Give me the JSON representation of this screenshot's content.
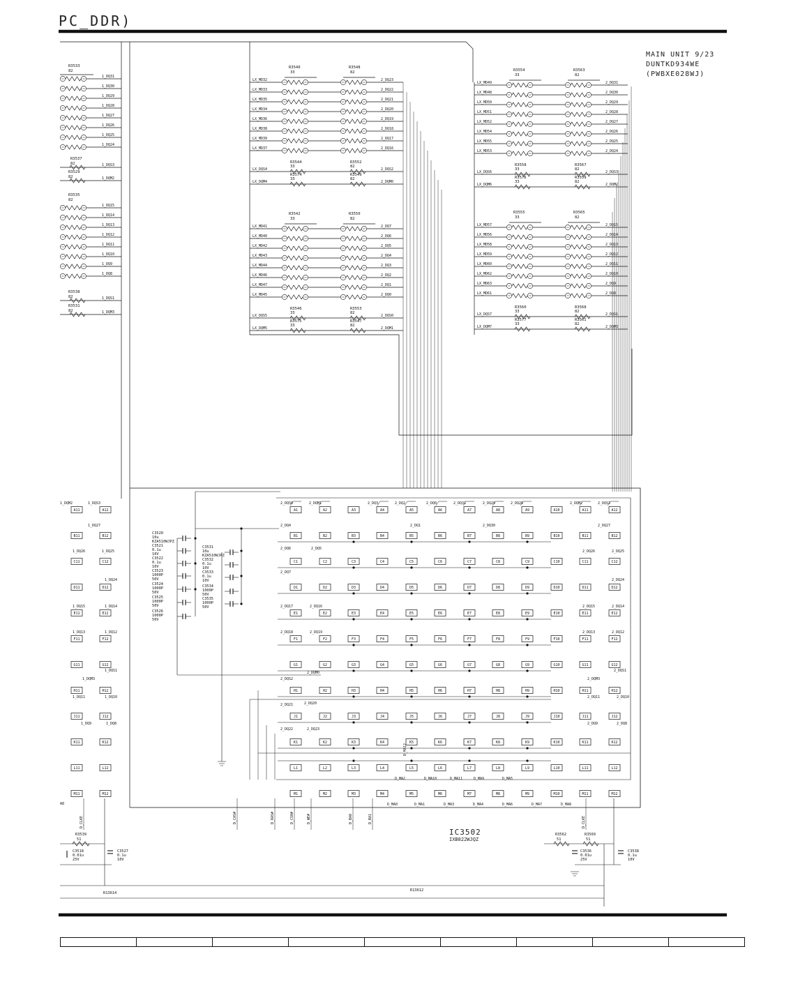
{
  "header": {
    "title": "PC_DDR)"
  },
  "main_unit": {
    "line1": "MAIN UNIT 9/23",
    "line2": "DUNTKD934WE",
    "line3": "(PWBXE028WJ)"
  },
  "ic": {
    "ref": "IC3502",
    "part": "IXB822WJQZ"
  },
  "colors": {
    "ink": "#111111",
    "paper": "#ffffff"
  },
  "left_partial": {
    "top_ref": "R3533",
    "top_val": "82",
    "group1": [
      "1_DQ31",
      "1_DQ30",
      "1_DQ29",
      "1_DQ28",
      "1_DQ27",
      "1_DQ26",
      "1_DQ25",
      "1_DQ24"
    ],
    "r1": "R3537",
    "r1v": "82",
    "s1": "1_DQS3",
    "r2": "R3529",
    "r2v": "82",
    "s2": "1_DQM2",
    "mid_ref": "R3535",
    "mid_val": "82",
    "group2": [
      "1_DQ15",
      "1_DQ14",
      "1_DQ13",
      "1_DQ12",
      "1_DQ11",
      "1_DQ10",
      "1_DQ9",
      "1_DQ8"
    ],
    "r3": "R3538",
    "r3v": "82",
    "s3": "1_DQS1",
    "r4": "R3531",
    "r4v": "82",
    "s4": "1_DQM3"
  },
  "blocks": [
    {
      "inputs": [
        "LX_MD32",
        "LX_MD33",
        "LX_MD35",
        "LX_MD34",
        "LX_MD36",
        "LX_MD38",
        "LX_MD39",
        "LX_MD37"
      ],
      "outputs": [
        "2_DQ23",
        "2_DQ22",
        "2_DQ21",
        "2_DQ20",
        "2_DQ19",
        "2_DQ18",
        "2_DQ17",
        "2_DQ16"
      ],
      "ra": "R3540",
      "rav": "33",
      "rb": "R3548",
      "rbv": "82",
      "s1in": "LX_DQS4",
      "s1a": "R3544",
      "s1av": "33",
      "s1b": "R3552",
      "s1bv": "82",
      "s1out": "2_DQS2",
      "s2in": "LX_DQM4",
      "s2a": "R3574",
      "s2av": "33",
      "s2b": "R3549",
      "s2bv": "82",
      "s2out": "2_DQM0"
    },
    {
      "inputs": [
        "LX_MD41",
        "LX_MD40",
        "LX_MD42",
        "LX_MD43",
        "LX_MD44",
        "LX_MD46",
        "LX_MD47",
        "LX_MD45"
      ],
      "outputs": [
        "2_DQ7",
        "2_DQ6",
        "2_DQ5",
        "2_DQ4",
        "2_DQ3",
        "2_DQ2",
        "2_DQ1",
        "2_DQ0"
      ],
      "ra": "R3542",
      "rav": "33",
      "rb": "R3550",
      "rbv": "82",
      "s1in": "LX_DQS5",
      "s1a": "R3546",
      "s1av": "33",
      "s1b": "R3553",
      "s1bv": "82",
      "s1out": "2_DQS0",
      "s2in": "LX_DQM5",
      "s2a": "R3575",
      "s2av": "33",
      "s2b": "R3547",
      "s2bv": "82",
      "s2out": "2_DQM1"
    },
    {
      "inputs": [
        "LX_MD49",
        "LX_MD48",
        "LX_MD50",
        "LX_MD51",
        "LX_MD52",
        "LX_MD54",
        "LX_MD55",
        "LX_MD53"
      ],
      "outputs": [
        "2_DQ31",
        "2_DQ30",
        "2_DQ29",
        "2_DQ28",
        "2_DQ27",
        "2_DQ26",
        "2_DQ25",
        "2_DQ24"
      ],
      "ra": "R3554",
      "rav": "33",
      "rb": "R3563",
      "rbv": "82",
      "s1in": "LX_DQS6",
      "s1a": "R3558",
      "s1av": "33",
      "s1b": "R3567",
      "s1bv": "82",
      "s1out": "2_DQS3",
      "s2in": "LX_DQM6",
      "s2a": "R3576",
      "s2av": "33",
      "s2b": "R3559",
      "s2bv": "82",
      "s2out": "2_DQM2"
    },
    {
      "inputs": [
        "LX_MD57",
        "LX_MD56",
        "LX_MD58",
        "LX_MD59",
        "LX_MD60",
        "LX_MD62",
        "LX_MD63",
        "LX_MD61"
      ],
      "outputs": [
        "2_DQ15",
        "2_DQ14",
        "2_DQ13",
        "2_DQ12",
        "2_DQ11",
        "2_DQ10",
        "2_DQ9",
        "2_DQ8"
      ],
      "ra": "R3555",
      "rav": "33",
      "rb": "R3565",
      "rbv": "82",
      "s1in": "LX_DQS7",
      "s1a": "R3560",
      "s1av": "33",
      "s1b": "R3568",
      "s1bv": "82",
      "s1out": "2_DQS1",
      "s2in": "LX_DQM7",
      "s2a": "R3577",
      "s2av": "33",
      "s2b": "R3561",
      "s2bv": "82",
      "s2out": "2_DQM3"
    }
  ],
  "caps_left": [
    {
      "ref": "C3520",
      "lines": [
        "10u",
        "KZA510WJPZ"
      ]
    },
    {
      "ref": "C3521",
      "lines": [
        "0.1u",
        "10V"
      ]
    },
    {
      "ref": "C3522",
      "lines": [
        "0.1u",
        "10V"
      ]
    },
    {
      "ref": "C3523",
      "lines": [
        "1000P",
        "50V"
      ]
    },
    {
      "ref": "C3524",
      "lines": [
        "1000P",
        "50V"
      ]
    },
    {
      "ref": "C3525",
      "lines": [
        "1000P",
        "50V"
      ]
    },
    {
      "ref": "C3526",
      "lines": [
        "1000P",
        "50V"
      ]
    }
  ],
  "caps_right": [
    {
      "ref": "C3531",
      "lines": [
        "10u",
        "KZA510WJPZ"
      ]
    },
    {
      "ref": "C3532",
      "lines": [
        "0.1u",
        "10V"
      ]
    },
    {
      "ref": "C3533",
      "lines": [
        "0.1u",
        "10V"
      ]
    },
    {
      "ref": "C3534",
      "lines": [
        "1000P",
        "50V"
      ]
    },
    {
      "ref": "C3535",
      "lines": [
        "1000P",
        "50V"
      ]
    }
  ],
  "bga": {
    "rows": [
      "A",
      "B",
      "C",
      "D",
      "E",
      "F",
      "G",
      "H",
      "J",
      "K",
      "L",
      "M"
    ],
    "cols": [
      "1",
      "2",
      "3",
      "4",
      "5",
      "6",
      "7",
      "8",
      "9",
      "10",
      "11",
      "12"
    ],
    "top_labels": [
      "2_DQS0",
      "2_DQM1",
      "2_DQ3",
      "2_DQ2",
      "2_DQ0",
      "2_DQ31",
      "2_DQ29",
      "2_DQ28",
      "2_DQM2",
      "2_DQS3"
    ],
    "row_labels": {
      "B": [
        "2_DQ4",
        "2_DQ1",
        "2_DQ30",
        "2_DQ27"
      ],
      "C": [
        "2_DQ6",
        "2_DQ5",
        "2_DQ26",
        "2_DQ25"
      ],
      "D": [
        "2_DQ7",
        "2_DQ24"
      ],
      "E": [
        "2_DQ17",
        "2_DQ16",
        "2_DQ15",
        "2_DQ14"
      ],
      "F": [
        "2_DQ18",
        "2_DQ19",
        "2_DQ13",
        "2_DQ12"
      ],
      "G": [
        "2_DQM0",
        "2_DQS1"
      ],
      "H": [
        "2_DQS2",
        "2_DQ20",
        "2_DQM3",
        "2_DQ11",
        "2_DQ10"
      ],
      "J": [
        "2_DQ21",
        "2_DQ9",
        "2_DQ8"
      ],
      "K": [
        "2_DQ22",
        "2_DQ23"
      ]
    },
    "mid_labels": [
      "D_MA12",
      "D_MA2",
      "D_MA10",
      "D_MA11",
      "D_MA9",
      "D_MA5",
      "D_MA0",
      "D_MA1",
      "D_MA3",
      "D_MA4",
      "D_MA6",
      "D_MA7",
      "D_MA8"
    ],
    "bottom_labels": [
      "D_CLKE",
      "D_CAS#",
      "D_RAS#",
      "D_CS0#",
      "D_WE#",
      "D_BA0",
      "D_BA1",
      "D_CLKE"
    ]
  },
  "left_bga": {
    "labels": [
      "1_DQM2",
      "1_DQS3",
      "1_DQ27",
      "1_DQ26",
      "1_DQ25",
      "1_DQ24",
      "1_DQ15",
      "1_DQ14",
      "1_DQ13",
      "1_DQ12",
      "1_DQS1",
      "1_DQM3",
      "1_DQ11",
      "1_DQ10",
      "1_DQ9",
      "1_DQ8",
      "A8"
    ]
  },
  "bottom_parts": {
    "left": [
      {
        "ref": "R3539",
        "val": "51"
      },
      {
        "ref": "C3518",
        "lines": [
          "0.01u",
          "25V"
        ]
      },
      {
        "ref": "C3527",
        "lines": [
          "0.1u",
          "10V"
        ]
      }
    ],
    "right": [
      {
        "ref": "R3562",
        "val": "51"
      },
      {
        "ref": "R3569",
        "val": "51"
      },
      {
        "ref": "C3536",
        "lines": [
          "0.01u",
          "25V"
        ]
      },
      {
        "ref": "C3538",
        "lines": [
          "0.1u",
          "10V"
        ]
      }
    ],
    "nets": [
      "R13614",
      "R13612"
    ]
  }
}
